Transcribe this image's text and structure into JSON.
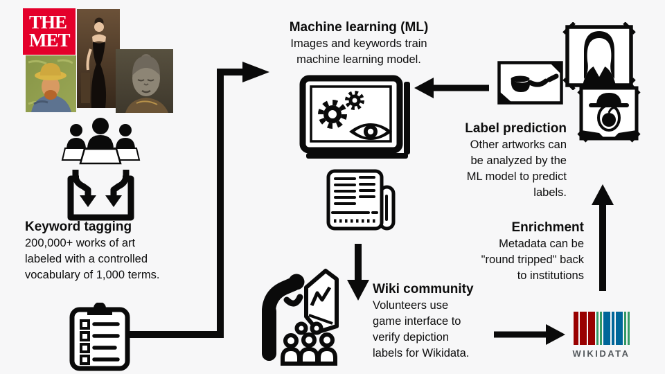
{
  "canvas": {
    "bg": "#f7f7f8",
    "text_color": "#0d0d0d"
  },
  "met_logo": {
    "line1": "THE",
    "line2": "MET",
    "bg_color": "#e4002b",
    "text_color": "#ffffff"
  },
  "sections": {
    "keyword_tagging": {
      "title": "Keyword tagging",
      "lines": [
        "200,000+ works of art",
        "labeled with a controlled",
        "vocabulary of 1,000 terms."
      ]
    },
    "machine_learning": {
      "title": "Machine learning (ML)",
      "lines": [
        "Images and keywords train",
        "machine learning model."
      ]
    },
    "label_prediction": {
      "title": "Label prediction",
      "lines": [
        "Other artworks can",
        "be analyzed by the",
        "ML model to predict",
        "labels."
      ]
    },
    "wiki_community": {
      "title": "Wiki community",
      "lines": [
        "Volunteers use",
        "game interface to",
        "verify depiction",
        "labels for Wikidata."
      ]
    },
    "enrichment": {
      "title": "Enrichment",
      "lines": [
        "Metadata can be",
        "\"round tripped\" back",
        "to institutions"
      ]
    }
  },
  "wikidata": {
    "label": "WIKIDATA",
    "colors": {
      "red": "#990000",
      "green": "#339966",
      "blue": "#006699",
      "text": "#54595d"
    },
    "bars": [
      {
        "w": 7,
        "c": "#990000"
      },
      {
        "w": 10,
        "c": "#990000"
      },
      {
        "w": 10,
        "c": "#990000"
      },
      {
        "w": 3,
        "c": "#339966"
      },
      {
        "w": 3,
        "c": "#339966"
      },
      {
        "w": 10,
        "c": "#006699"
      },
      {
        "w": 4,
        "c": "#006699"
      },
      {
        "w": 10,
        "c": "#006699"
      },
      {
        "w": 3,
        "c": "#339966"
      },
      {
        "w": 3,
        "c": "#339966"
      }
    ]
  },
  "icons": {
    "crowd": "crowd-taggers-icon",
    "clipboard": "clipboard-checklist-icon",
    "monitor": "ml-model-screen-icon",
    "newspaper": "newspaper-icon",
    "wiki": "viewer-with-painting-icon",
    "pipe": "pipe-artwork-icon",
    "mona_lisa": "mona-lisa-artwork-icon",
    "son_of_man": "son-of-man-artwork-icon"
  }
}
